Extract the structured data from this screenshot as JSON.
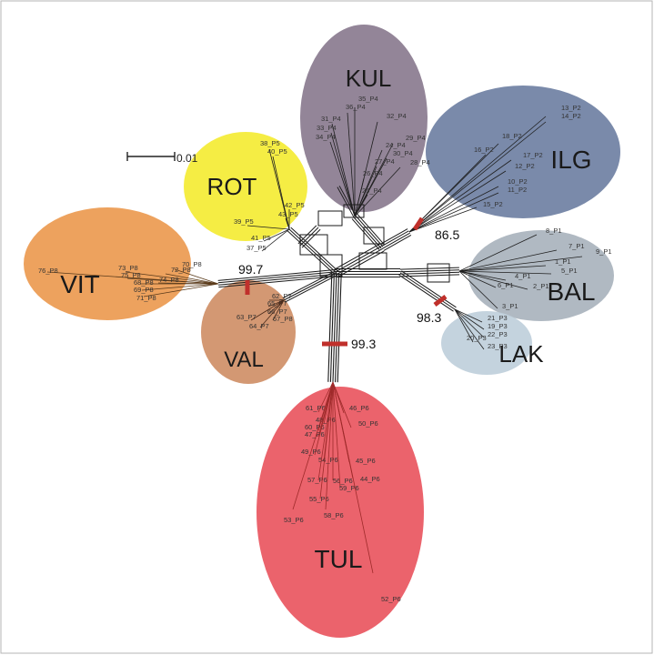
{
  "scale_bar": {
    "label": "0.01"
  },
  "colors": {
    "KUL": "#8a7b8f",
    "ILG": "#6f80a3",
    "ROT": "#f4ec34",
    "VIT": "#ec9a50",
    "BAL": "#a9b3bd",
    "LAK": "#bfcfdb",
    "VAL": "#cf8f67",
    "TUL": "#e9565f",
    "support": "#c0302b",
    "edge": "#1a1a1a"
  },
  "groups": [
    {
      "id": "KUL",
      "label": "KUL",
      "leaves": [
        "35_P4",
        "36_P4",
        "31_P4",
        "33_P4",
        "34_P4",
        "32_P4",
        "29_P4",
        "24_P4",
        "30_P4",
        "27_P4",
        "28_P4",
        "26_P4",
        "25_P4"
      ]
    },
    {
      "id": "ILG",
      "label": "ILG",
      "leaves": [
        "13_P2",
        "14_P2",
        "18_P2",
        "16_P2",
        "17_P2",
        "12_P2",
        "10_P2",
        "11_P2",
        "15_P2"
      ]
    },
    {
      "id": "ROT",
      "label": "ROT",
      "leaves": [
        "38_P5",
        "40_P5",
        "42_P5",
        "43_P5",
        "39_P5",
        "41_P5",
        "37_P5"
      ]
    },
    {
      "id": "VIT",
      "label": "VIT",
      "leaves": [
        "76_P8",
        "73_P8",
        "75_P8",
        "70_P8",
        "72_P8",
        "68_P8",
        "74_P8",
        "69_P8",
        "71_P8"
      ]
    },
    {
      "id": "BAL",
      "label": "BAL",
      "leaves": [
        "8_P1",
        "7_P1",
        "9_P1",
        "1_P1",
        "5_P1",
        "4_P1",
        "6_P1",
        "2_P1",
        "3_P1"
      ]
    },
    {
      "id": "LAK",
      "label": "LAK",
      "leaves": [
        "21_P3",
        "19_P3",
        "22_P3",
        "20_P3",
        "23_P3"
      ]
    },
    {
      "id": "VAL",
      "label": "VAL",
      "leaves": [
        "62_P7",
        "65_P7",
        "66_P7",
        "63_P7",
        "67_P8",
        "64_P7"
      ]
    },
    {
      "id": "TUL",
      "label": "TUL",
      "leaves": [
        "46_P6",
        "48_P6",
        "61_P6",
        "50_P6",
        "60_P6",
        "47_P6",
        "49_P6",
        "54_P6",
        "45_P6",
        "57_P6",
        "56_P6",
        "44_P6",
        "59_P6",
        "55_P6",
        "53_P6",
        "58_P6",
        "52_P6"
      ]
    }
  ],
  "support_values": [
    {
      "id": "ilg",
      "value": "86.5"
    },
    {
      "id": "vit",
      "value": "99.7"
    },
    {
      "id": "lak",
      "value": "98.3"
    },
    {
      "id": "tul",
      "value": "99.3"
    }
  ]
}
